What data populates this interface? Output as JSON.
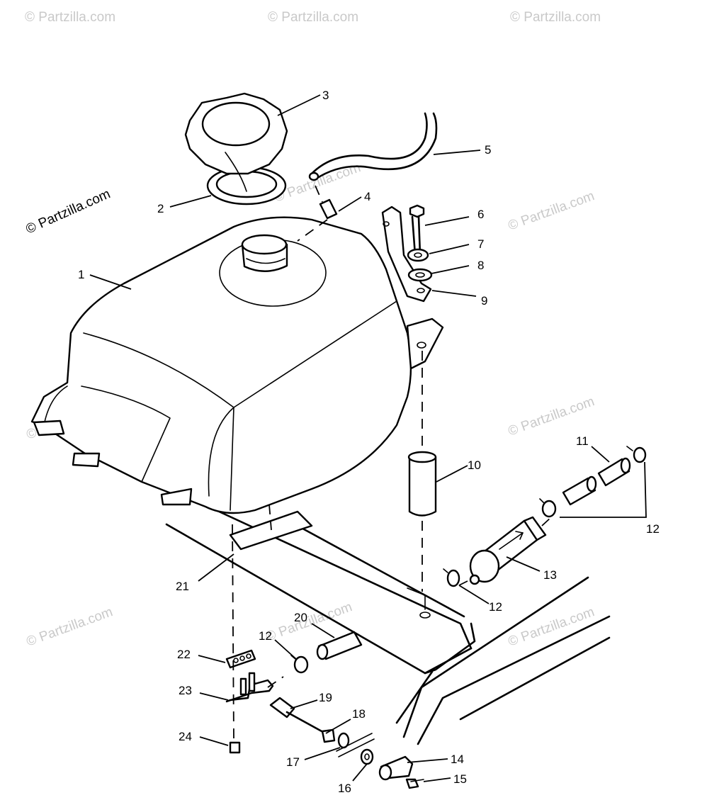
{
  "watermark": "© Partzilla.com",
  "callouts": [
    {
      "id": "c1",
      "label": "1"
    },
    {
      "id": "c2",
      "label": "2"
    },
    {
      "id": "c3",
      "label": "3"
    },
    {
      "id": "c4",
      "label": "4"
    },
    {
      "id": "c5",
      "label": "5"
    },
    {
      "id": "c6",
      "label": "6"
    },
    {
      "id": "c7",
      "label": "7"
    },
    {
      "id": "c8",
      "label": "8"
    },
    {
      "id": "c9",
      "label": "9"
    },
    {
      "id": "c10",
      "label": "10"
    },
    {
      "id": "c11",
      "label": "11"
    },
    {
      "id": "c12a",
      "label": "12"
    },
    {
      "id": "c12b",
      "label": "12"
    },
    {
      "id": "c12c",
      "label": "12"
    },
    {
      "id": "c13",
      "label": "13"
    },
    {
      "id": "c14",
      "label": "14"
    },
    {
      "id": "c15",
      "label": "15"
    },
    {
      "id": "c16",
      "label": "16"
    },
    {
      "id": "c17",
      "label": "17"
    },
    {
      "id": "c18",
      "label": "18"
    },
    {
      "id": "c19",
      "label": "19"
    },
    {
      "id": "c20",
      "label": "20"
    },
    {
      "id": "c21",
      "label": "21"
    },
    {
      "id": "c22",
      "label": "22"
    },
    {
      "id": "c23",
      "label": "23"
    },
    {
      "id": "c24",
      "label": "24"
    }
  ]
}
